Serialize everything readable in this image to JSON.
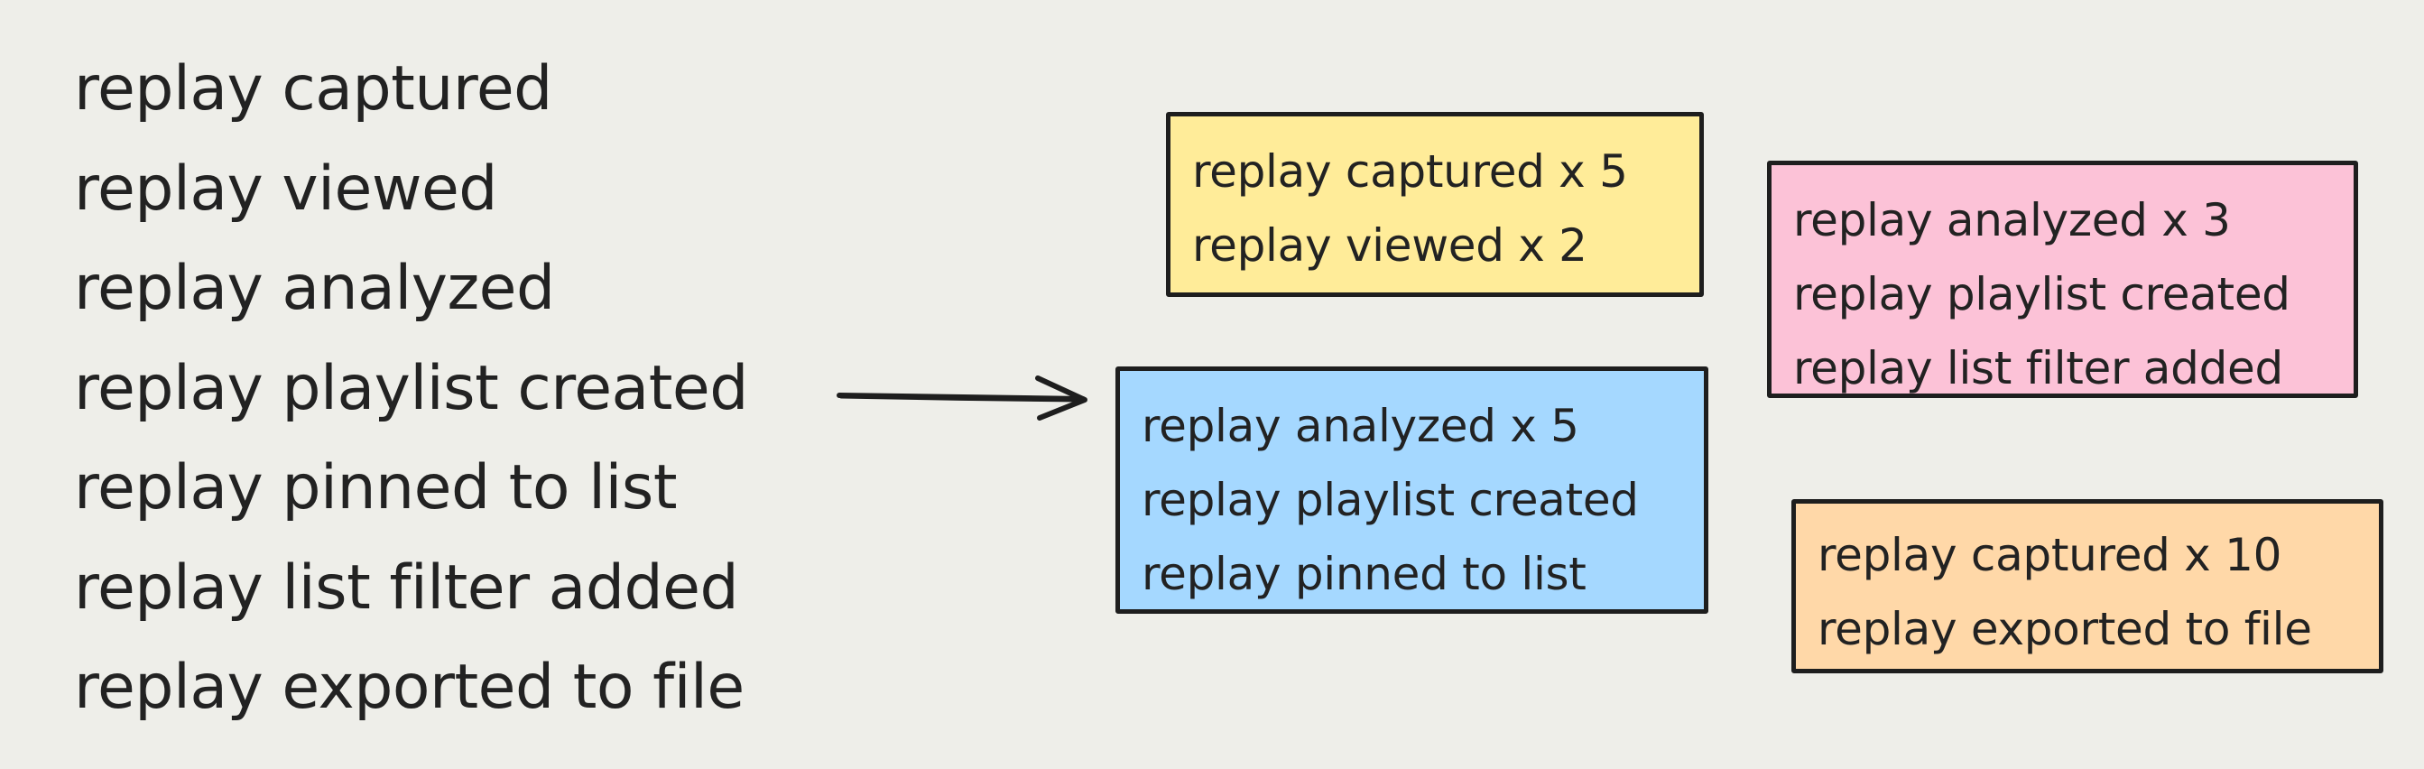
{
  "events": [
    "replay captured",
    "replay viewed",
    "replay analyzed",
    "replay playlist created",
    "replay pinned to list",
    "replay list filter added",
    "replay exported to file"
  ],
  "groups": [
    {
      "id": "yellow",
      "color": "#ffec99",
      "lines": [
        "replay captured x 5",
        "replay viewed x 2"
      ]
    },
    {
      "id": "pink",
      "color": "#fcc2d7",
      "lines": [
        "replay analyzed x 3",
        "replay playlist created",
        "replay list filter added"
      ]
    },
    {
      "id": "blue",
      "color": "#a5d8ff",
      "lines": [
        "replay analyzed x 5",
        "replay playlist created",
        "replay pinned to list"
      ]
    },
    {
      "id": "orange",
      "color": "#ffd8a8",
      "lines": [
        "replay captured x 10",
        "replay exported to file"
      ]
    }
  ],
  "arrow_icon": "right-arrow-icon",
  "stroke_color": "#1e1e1e"
}
